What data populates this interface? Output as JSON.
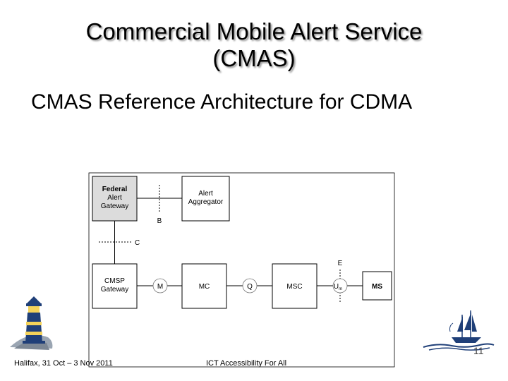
{
  "slide": {
    "title_line1": "Commercial Mobile Alert Service",
    "title_line2": "(CMAS)",
    "subtitle": "CMAS Reference Architecture for CDMA",
    "footer_left": "Halifax, 31 Oct – 3 Nov 2011",
    "footer_center": "ICT Accessibility For All",
    "page_number": "11"
  },
  "diagram": {
    "nodes": {
      "federal_gateway": [
        "Federal",
        "Alert",
        "Gateway"
      ],
      "alert_aggregator": [
        "Alert",
        "Aggregator"
      ],
      "cmsp_gateway": [
        "CMSP",
        "Gateway"
      ],
      "mc": "MC",
      "msc": "MSC",
      "ms": "MS"
    },
    "interfaces": {
      "b": "B",
      "c": "C",
      "e": "E",
      "m": "M",
      "q": "Q",
      "um": "U",
      "um_sub": "m"
    }
  },
  "icons": {
    "lighthouse": "lighthouse-logo",
    "ship": "sailing-ship-logo"
  },
  "colors": {
    "logo_blue": "#1f3f78",
    "logo_yellow": "#f3d25a"
  }
}
